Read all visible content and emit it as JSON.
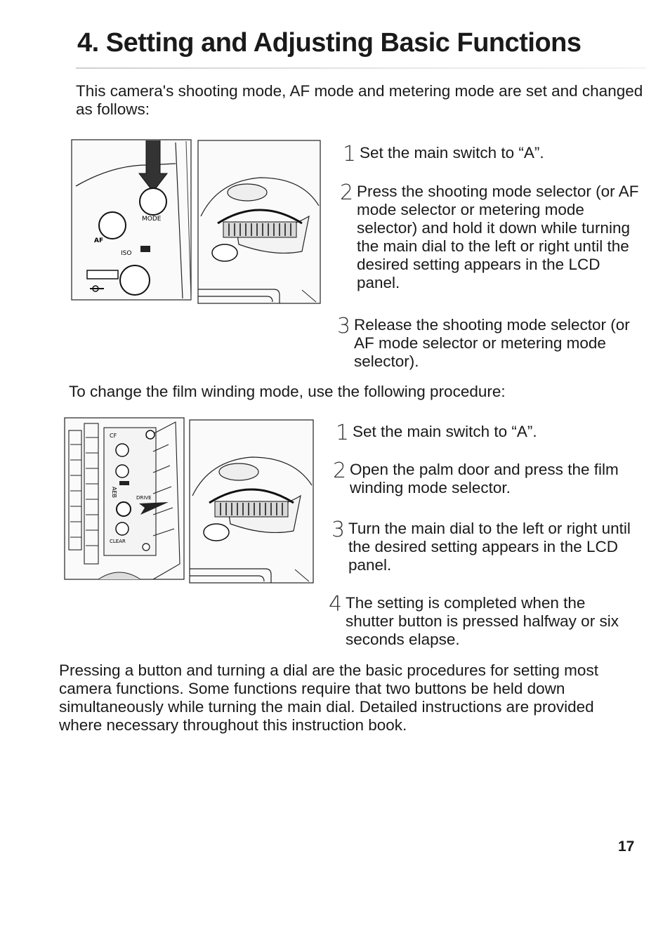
{
  "page": {
    "title": "4. Setting and Adjusting Basic Functions",
    "intro": "This camera's shooting mode, AF mode and metering mode are set and changed as follows:",
    "steps_a": [
      {
        "num": "1",
        "text": "Set the main switch to “A”."
      },
      {
        "num": "2",
        "text": "Press the shooting mode selector (or AF mode selector or metering mode selector) and hold it down while turning the main dial to the left or right until the desired setting appears in the LCD panel."
      },
      {
        "num": "3",
        "text": "Release the shooting mode selector (or AF mode selector or metering mode selector)."
      }
    ],
    "film_intro": "To change the film winding mode, use the following procedure:",
    "steps_b": [
      {
        "num": "1",
        "text": "Set the main switch to “A”."
      },
      {
        "num": "2",
        "text": "Open the palm door and press the film winding mode selector."
      },
      {
        "num": "3",
        "text": "Turn the main dial to the left or right until the desired setting appears in the LCD panel."
      },
      {
        "num": "4",
        "text": "The setting is completed when the shutter button is pressed halfway or six seconds elapse."
      }
    ],
    "closing": "Pressing a button and turning a dial are the basic procedures for setting most camera functions. Some functions require that two buttons be held down simultaneously while turning the main dial. Detailed instructions are provided where necessary throughout this instruction book.",
    "page_number": "17"
  },
  "illustrations": {
    "top_left": {
      "labels": {
        "mode": "MODE",
        "af": "AF",
        "iso": "ISO"
      }
    },
    "bottom_left": {
      "labels": {
        "cf": "CF",
        "aeb": "AEB",
        "drive": "DRIVE",
        "clear": "CLEAR"
      }
    }
  }
}
